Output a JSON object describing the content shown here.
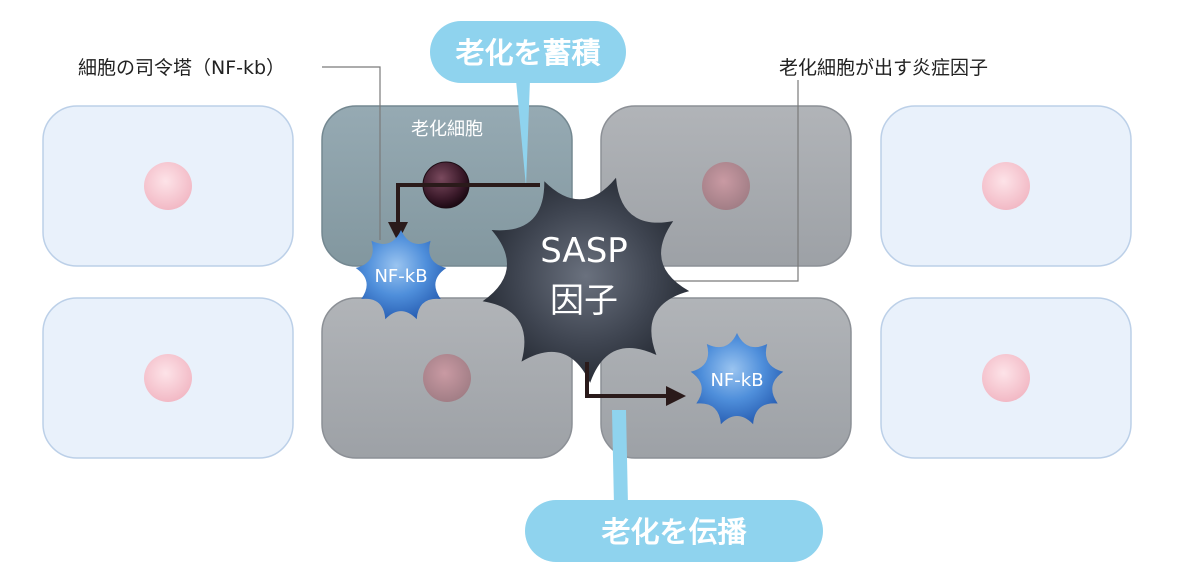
{
  "labels": {
    "nfkb_role": "細胞の司令塔（NF-kb）",
    "senescent_cell": "老化細胞",
    "sasp_role": "老化細胞が出す炎症因子"
  },
  "pills": {
    "accumulate": "老化を蓄積",
    "propagate": "老化を伝播"
  },
  "sasp": {
    "line1": "SASP",
    "line2": "因子"
  },
  "nfkb": {
    "upper": "NF-kB",
    "lower": "NF-kB"
  },
  "colors": {
    "pill": "#8fd3ee",
    "healthy_cell_fill": "#e9f1fb",
    "healthy_cell_stroke": "#b9cde5",
    "nucleus_healthy": "#f6c9d2",
    "senescent_cell_fill": "#8fa3ac",
    "affected_cell_fill": "#a6a9ad",
    "nucleus_affected": "#b88e96",
    "sasp_body": "#4b525e",
    "nfkb_body": "#3f7fd4",
    "arrow": "#2a1a1a",
    "leader_line": "#777777"
  }
}
